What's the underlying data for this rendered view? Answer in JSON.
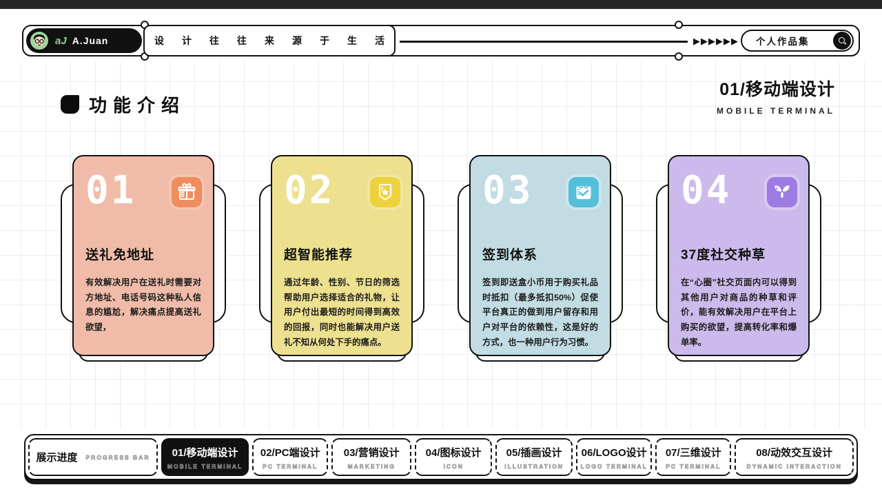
{
  "header": {
    "logo": {
      "initials": "aJ",
      "name": "A.Juan"
    },
    "slogan": "设计往往来源于生活",
    "arrows": "▶▶▶▶▶▶",
    "portfolio_label": "个人作品集"
  },
  "section": {
    "title": "功能介绍",
    "chapter": "01/移动端设计",
    "chapter_en": "MOBILE TERMINAL"
  },
  "cards": [
    {
      "number": "01",
      "icon": "gift-icon",
      "title": "送礼免地址",
      "body": "有效解决用户在送礼时需要对方地址、电话号码这种私人信息的尴尬，解决痛点提高送礼欲望，",
      "bg": "#F0BCA9",
      "icon_bg": "#F3C6B2",
      "icon_color": "#EF8D5F"
    },
    {
      "number": "02",
      "icon": "badge-star-icon",
      "title": "超智能推荐",
      "body": "通过年龄、性别、节日的筛选帮助用户选择适合的礼物，让用户付出最短的时间得到高效的回报，同时也能解决用户送礼不知从何处下手的痛点。",
      "bg": "#EDE08F",
      "icon_bg": "#F0E6A0",
      "icon_color": "#EDD23E"
    },
    {
      "number": "03",
      "icon": "calendar-check-icon",
      "title": "签到体系",
      "body": "签到即送盒小币用于购买礼品时抵扣（最多抵扣50%）促使平台真正的做到用户留存和用户对平台的依赖性，这是好的方式，也一种用户行为习惯。",
      "bg": "#C2DCE4",
      "icon_bg": "#CFE5EB",
      "icon_color": "#53BFD9"
    },
    {
      "number": "04",
      "icon": "sprout-icon",
      "title": "37度社交种草",
      "body": "在“心圈”社交页面内可以得到其他用户对商品的种草和评价，能有效解决用户在平台上购买的欲望，提高转化率和爆单率。",
      "bg": "#CDBAEC",
      "icon_bg": "#D9CAF3",
      "icon_color": "#9D7BE3"
    }
  ],
  "footer": {
    "progress_label": "展示进度",
    "progress_en": "PROGRESS BAR",
    "tabs": [
      {
        "label": "01/移动端设计",
        "sub": "MOBILE TERMINAL",
        "active": true
      },
      {
        "label": "02/PC端设计",
        "sub": "PC TERMINAL",
        "active": false
      },
      {
        "label": "03/营销设计",
        "sub": "MARKETING",
        "active": false
      },
      {
        "label": "04/图标设计",
        "sub": "ICON",
        "active": false
      },
      {
        "label": "05/插画设计",
        "sub": "ILLUSTRATION",
        "active": false
      },
      {
        "label": "06/LOGO设计",
        "sub": "LOGO TERMINAL",
        "active": false
      },
      {
        "label": "07/三维设计",
        "sub": "PC TERMINAL",
        "active": false
      },
      {
        "label": "08/动效交互设计",
        "sub": "DYNAMIC INTERACTION",
        "active": false
      }
    ]
  }
}
